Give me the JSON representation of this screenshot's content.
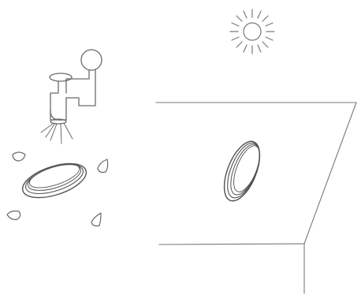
{
  "diagram": {
    "elements": [
      "sun-icon",
      "faucet-icon",
      "water-drop-icon",
      "lens-ring-flat",
      "surface-panel",
      "lens-ring-mounted"
    ],
    "colors": {
      "ink": "#6f6f6f",
      "ink_dark": "#4a4a4a",
      "background": "#ffffff"
    }
  }
}
